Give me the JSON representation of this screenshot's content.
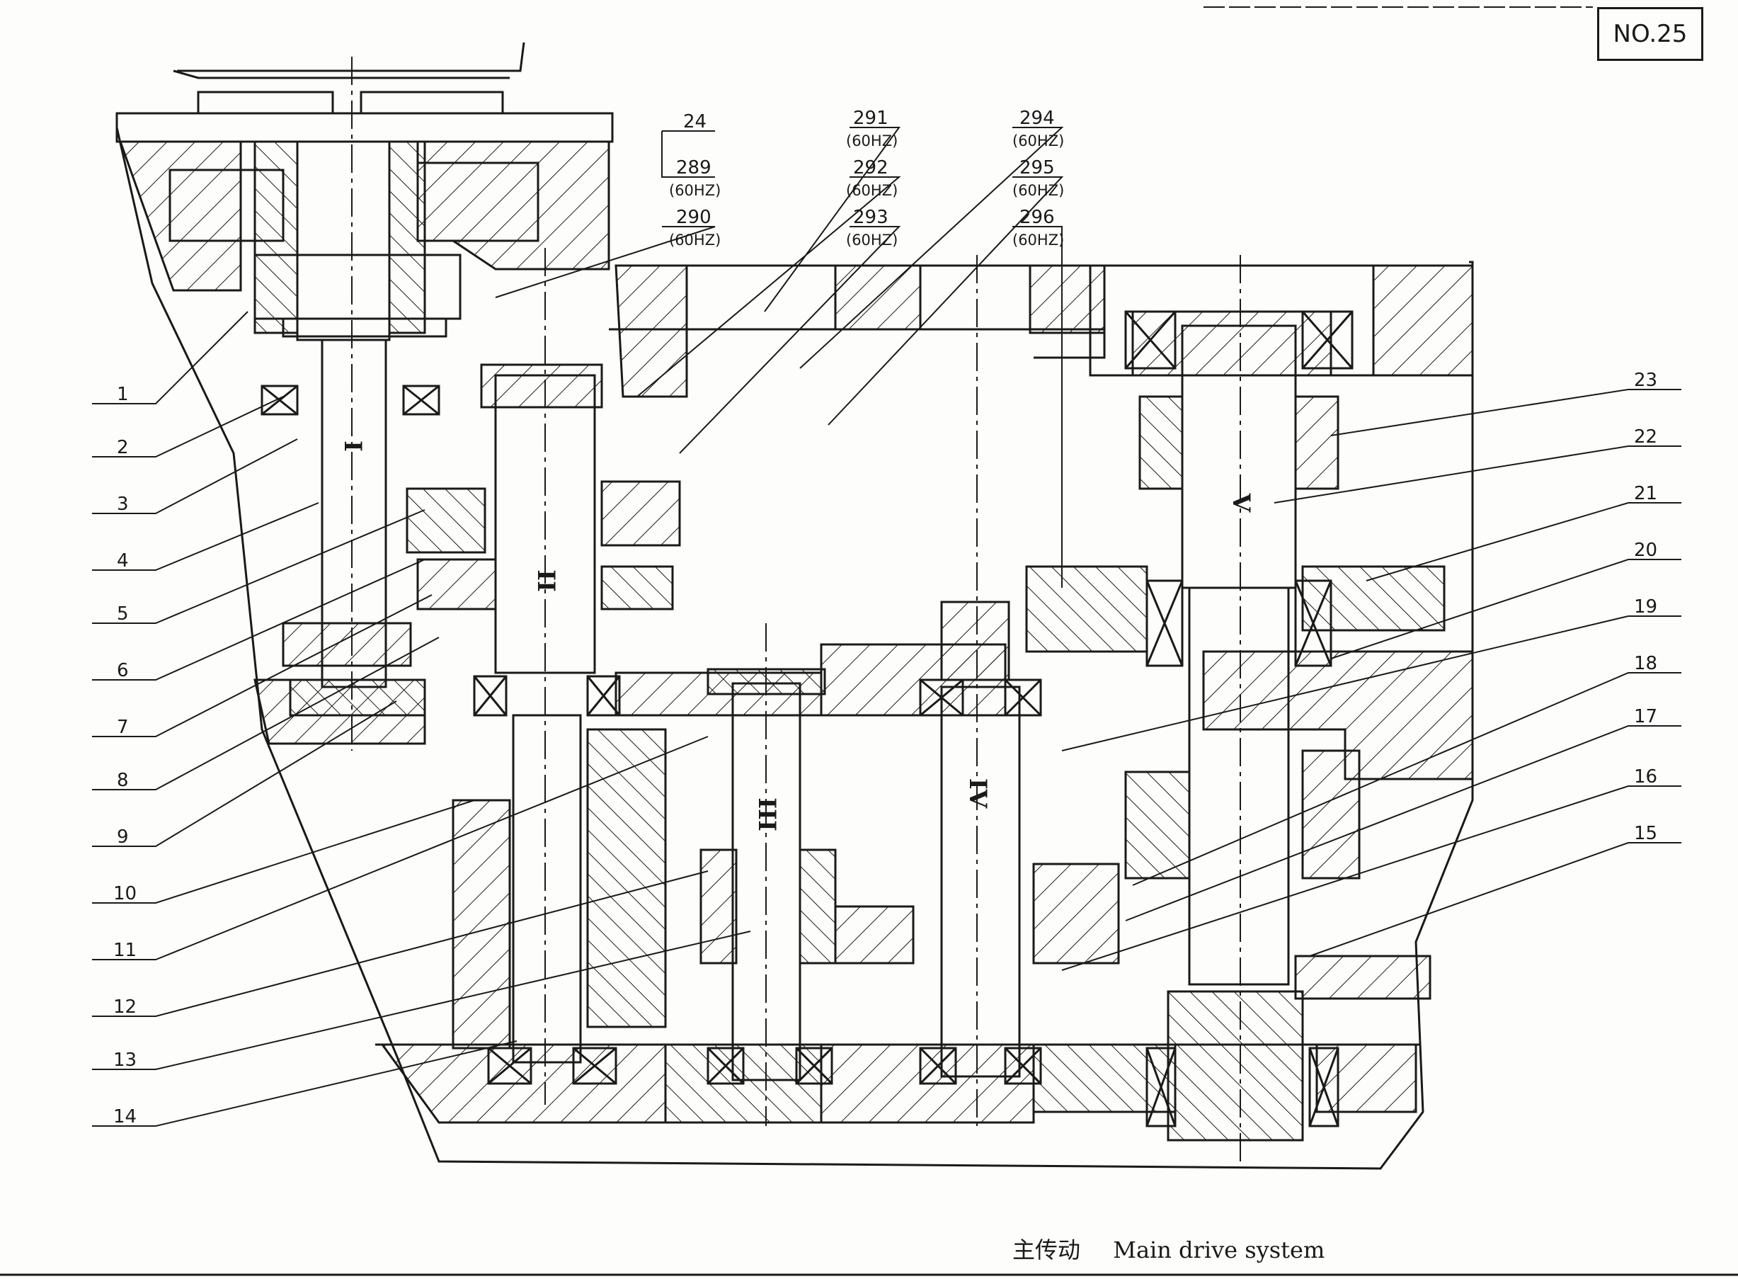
{
  "sheet_number": "NO.25",
  "caption": {
    "zh": "主传动",
    "en": "Main drive system"
  },
  "left_labels": [
    "1",
    "2",
    "3",
    "4",
    "5",
    "6",
    "7",
    "8",
    "9",
    "10",
    "11",
    "12",
    "13",
    "14"
  ],
  "right_labels": [
    "23",
    "22",
    "21",
    "20",
    "19",
    "18",
    "17",
    "16",
    "15"
  ],
  "top_labels": [
    {
      "number": "24",
      "note": ""
    },
    {
      "number": "289",
      "note": "(60HZ)"
    },
    {
      "number": "290",
      "note": "(60HZ)"
    },
    {
      "number": "291",
      "note": "(60HZ)"
    },
    {
      "number": "292",
      "note": "(60HZ)"
    },
    {
      "number": "293",
      "note": "(60HZ)"
    },
    {
      "number": "294",
      "note": "(60HZ)"
    },
    {
      "number": "295",
      "note": "(60HZ)"
    },
    {
      "number": "296",
      "note": "(60HZ)"
    }
  ],
  "shaft_labels": [
    "I",
    "II",
    "III",
    "IV",
    "V"
  ],
  "colors": {
    "ink": "#1a1a1a",
    "paper": "#fdfdfb"
  }
}
